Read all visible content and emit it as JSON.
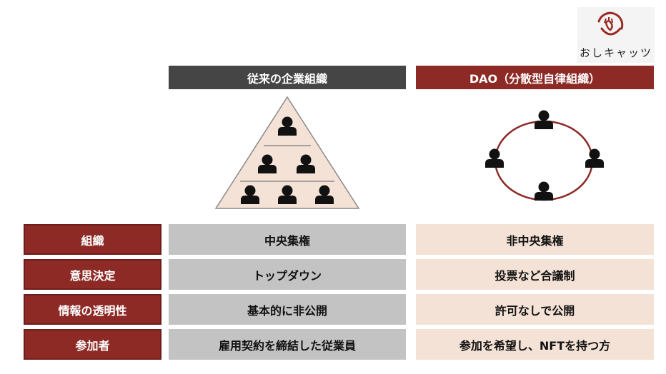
{
  "logo": {
    "text": "おしキャッツ",
    "accent_color": "#9c2a24"
  },
  "headers": {
    "traditional": "従来の企業組織",
    "dao": "DAO（分散型自律組織）"
  },
  "colors": {
    "traditional_header": "#454545",
    "dao_header": "#8d2a26",
    "row_label_bg": "#8d2a26",
    "traditional_cell": "#c3c3c3",
    "dao_cell": "#f4e2d6",
    "pyramid_fill": "#f4e2d6",
    "circle_stroke": "#8d2a26"
  },
  "rows": [
    {
      "label": "組織",
      "traditional": "中央集権",
      "dao": "非中央集権"
    },
    {
      "label": "意思決定",
      "traditional": "トップダウン",
      "dao": "投票など合議制"
    },
    {
      "label": "情報の透明性",
      "traditional": "基本的に非公開",
      "dao": "許可なしで公開"
    },
    {
      "label": "参加者",
      "traditional": "雇用契約を締結した従業員",
      "dao": "参加を希望し、NFTを持つ方"
    }
  ]
}
